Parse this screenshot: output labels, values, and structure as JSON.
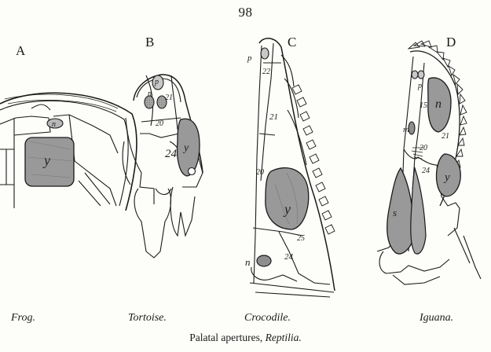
{
  "page_number": "98",
  "panels": [
    {
      "letter": "A",
      "species": "Frog.",
      "labels": {
        "n": "n",
        "y": "y"
      }
    },
    {
      "letter": "B",
      "species": "Tortoise.",
      "labels": {
        "p": "p",
        "n": "n",
        "s21": "21",
        "s20": "20",
        "s24": "24",
        "y": "y"
      }
    },
    {
      "letter": "C",
      "species": "Crocodile.",
      "labels": {
        "p": "p",
        "s22": "22",
        "s21": "21",
        "s20": "20",
        "y": "y",
        "s25": "25",
        "s24": "24",
        "n": "n"
      }
    },
    {
      "letter": "D",
      "species": "Iguana.",
      "labels": {
        "p": "p",
        "s15": "15",
        "n": "n",
        "m": "m",
        "s21": "21",
        "s20": "20",
        "s24": "24",
        "y": "y",
        "s": "s"
      }
    }
  ],
  "caption": {
    "text": "Palatal apertures,",
    "italic": "Reptilia."
  },
  "colors": {
    "ink": "#1a1a1a",
    "shade": "#9a9a9a",
    "paper": "#fdfdf9"
  }
}
